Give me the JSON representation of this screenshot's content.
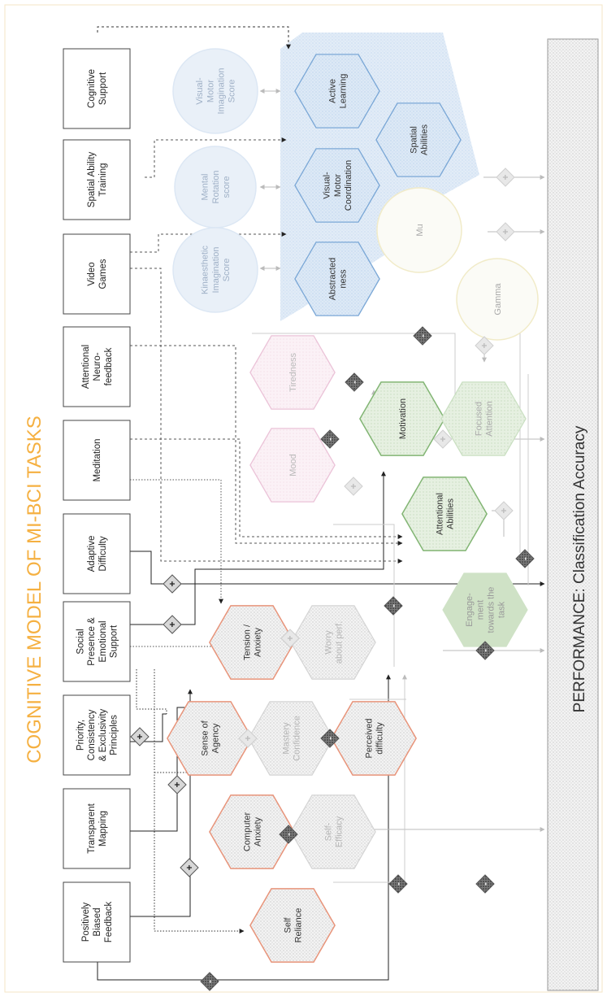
{
  "title": "COGNITIVE MODEL OF MI-BCI TASKS",
  "performance_label": "PERFORMANCE: Classification Accuracy",
  "colors": {
    "title": "#F5B041",
    "orange": "#E8947A",
    "green": "#82B574",
    "blue": "#7AA7D6",
    "pink": "#EBC3D8",
    "yellow": "#F1EBC8",
    "grey": "#C8C8C8",
    "box": "#444444"
  },
  "factor_boxes": [
    {
      "id": "cognitive_support",
      "lines": [
        "Cognitive",
        "Support"
      ]
    },
    {
      "id": "spatial_ability_training",
      "lines": [
        "Spatial Ability",
        "Training"
      ]
    },
    {
      "id": "video_games",
      "lines": [
        "Video",
        "Games"
      ]
    },
    {
      "id": "attentional_neurofeedback",
      "lines": [
        "Attentional",
        "Neuro-",
        "feedback"
      ]
    },
    {
      "id": "meditation",
      "lines": [
        "Meditation"
      ]
    },
    {
      "id": "adaptive_difficulty",
      "lines": [
        "Adaptive",
        "Difficulty"
      ]
    },
    {
      "id": "social_presence",
      "lines": [
        "Social",
        "Presence &",
        "Emotional",
        "Support"
      ]
    },
    {
      "id": "principles",
      "lines": [
        "Priority,",
        "Consistency",
        "& Exclusivity",
        "Principles"
      ]
    },
    {
      "id": "transparent_mapping",
      "lines": [
        "Transparent",
        "Mapping"
      ]
    },
    {
      "id": "positively_biased_feedback",
      "lines": [
        "Positively",
        "Biased",
        "Feedback"
      ]
    }
  ],
  "circles": [
    {
      "id": "visual_motor_imagination",
      "lines": [
        "Visual-",
        "Motor",
        "Imagination",
        "Score"
      ],
      "style": "blue"
    },
    {
      "id": "mental_rotation",
      "lines": [
        "Mental",
        "Rotation",
        "score"
      ],
      "style": "blue"
    },
    {
      "id": "kinaesthetic_imagination",
      "lines": [
        "Kinaesthetic",
        "Imagination",
        "Score"
      ],
      "style": "blue"
    },
    {
      "id": "mu",
      "lines": [
        "Mu"
      ],
      "style": "yellow"
    },
    {
      "id": "gamma",
      "lines": [
        "Gamma"
      ],
      "style": "yellow"
    }
  ],
  "hexagons": [
    {
      "id": "active_learning",
      "lines": [
        "Active",
        "Learning"
      ],
      "style": "blue"
    },
    {
      "id": "spatial_abilities",
      "lines": [
        "Spatial",
        "Abilities"
      ],
      "style": "blue"
    },
    {
      "id": "visual_motor_coordination",
      "lines": [
        "Visual-",
        "Motor",
        "Coordination"
      ],
      "style": "blue"
    },
    {
      "id": "abstractedness",
      "lines": [
        "Abstracted",
        "ness"
      ],
      "style": "blue"
    },
    {
      "id": "tiredness",
      "lines": [
        "Tiredness"
      ],
      "style": "pink"
    },
    {
      "id": "mood",
      "lines": [
        "Mood"
      ],
      "style": "pink"
    },
    {
      "id": "motivation",
      "lines": [
        "Motivation"
      ],
      "style": "green"
    },
    {
      "id": "focused_attention",
      "lines": [
        "Focused",
        "Attention"
      ],
      "style": "greenfaint"
    },
    {
      "id": "attentional_abilities",
      "lines": [
        "Attentional",
        "Abilities"
      ],
      "style": "green"
    },
    {
      "id": "engagement",
      "lines": [
        "Engage-",
        "ment",
        "towards the",
        "task"
      ],
      "style": "greenfill"
    },
    {
      "id": "tension_anxiety",
      "lines": [
        "Tension /",
        "Anxiety"
      ],
      "style": "orange"
    },
    {
      "id": "worry_about_perf",
      "lines": [
        "Worry",
        "about perf."
      ],
      "style": "grey"
    },
    {
      "id": "sense_of_agency",
      "lines": [
        "Sense of",
        "Agency"
      ],
      "style": "orange"
    },
    {
      "id": "mastery_confidence",
      "lines": [
        "Mastery",
        "Confidence"
      ],
      "style": "grey"
    },
    {
      "id": "perceived_difficulty",
      "lines": [
        "Perceived",
        "difficulty"
      ],
      "style": "orange"
    },
    {
      "id": "computer_anxiety",
      "lines": [
        "Computer",
        "Anxiety"
      ],
      "style": "orange"
    },
    {
      "id": "self_efficacy",
      "lines": [
        "Self-",
        "Efficacy"
      ],
      "style": "grey"
    },
    {
      "id": "self_reliance",
      "lines": [
        "Self",
        "Reliance"
      ],
      "style": "orange"
    }
  ],
  "influence_signs": {
    "positive": "+",
    "negative": "-"
  }
}
